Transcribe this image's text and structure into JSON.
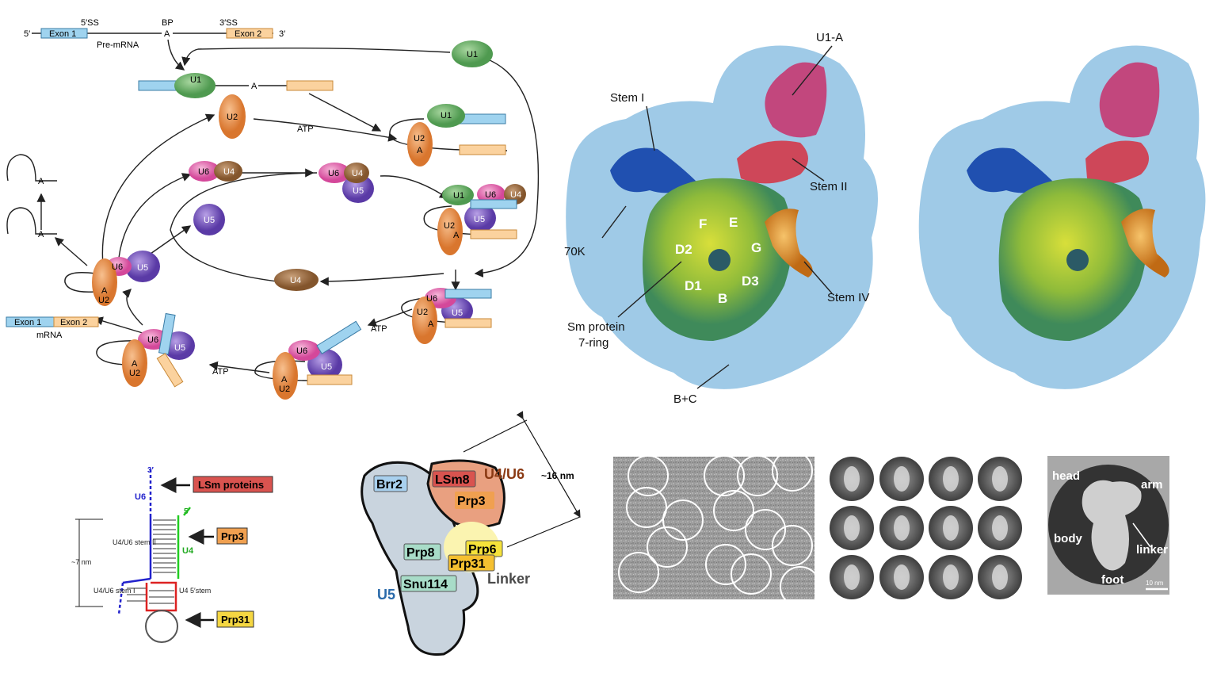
{
  "cycle": {
    "pre": {
      "five_ss": "5′SS",
      "bp": "BP",
      "three_ss": "3′SS",
      "five": "5′",
      "three": "3′",
      "exon1": "Exon 1",
      "exon2": "Exon 2",
      "premrna": "Pre-mRNA",
      "a": "A"
    },
    "mrna": {
      "exon1": "Exon 1",
      "exon2": "Exon 2",
      "label": "mRNA"
    },
    "snrnp": {
      "u1": "U1",
      "u2": "U2",
      "u4": "U4",
      "u5": "U5",
      "u6": "U6",
      "a": "A"
    },
    "atp": "ATP"
  },
  "em3d": {
    "labels": {
      "u1a": "U1-A",
      "stem1": "Stem I",
      "stem2": "Stem II",
      "stem4": "Stem IV",
      "k70": "70K",
      "smring": "Sm protein",
      "smring2": "7-ring",
      "bc": "B+C",
      "f": "F",
      "e": "E",
      "d2": "D2",
      "g": "G",
      "d1": "D1",
      "d3": "D3",
      "b": "B"
    },
    "colors": {
      "shell": "#7fb6dd",
      "ring": "#9cc43a",
      "stem1": "#1f4fae",
      "u1a": "#c8306a",
      "stem4": "#e0962a"
    }
  },
  "rna": {
    "three": "3′",
    "five": "5′",
    "u6": "U6",
    "u4": "U4",
    "stem2": "U4/U6 stem II",
    "stem1": "U4/U6 stem I",
    "u4_5stem": "U4 5′stem",
    "nm": "~7 nm",
    "lsm": "LSm proteins",
    "prp3": "Prp3",
    "prp31": "Prp31"
  },
  "tri": {
    "brr2": "Brr2",
    "lsm8": "LSm8",
    "u4u6": "U4/U6",
    "prp3": "Prp3",
    "prp8": "Prp8",
    "prp6": "Prp6",
    "prp31": "Prp31",
    "snu114": "Snu114",
    "u5": "U5",
    "linker": "Linker",
    "size": "~16 nm"
  },
  "em2d": {
    "head": "head",
    "arm": "arm",
    "body": "body",
    "linker": "linker",
    "foot": "foot",
    "scale": "10 nm"
  }
}
